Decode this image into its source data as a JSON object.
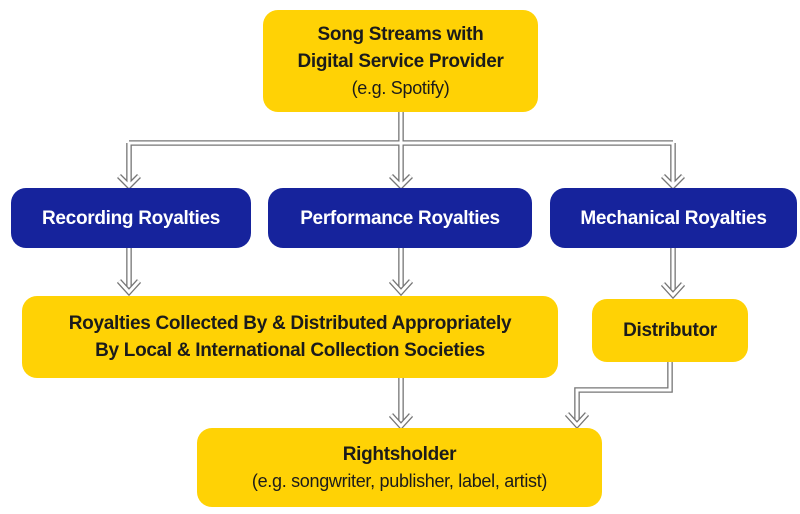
{
  "colors": {
    "box_yellow": "#ffd205",
    "box_blue": "#16239c",
    "text_dark": "#1b1b1b",
    "text_light": "#ffffff",
    "arrow_core": "#ffffff",
    "arrow_outline": "#767676",
    "background": "#ffffff"
  },
  "nodes": {
    "dsp": {
      "line1": "Song Streams with",
      "line2": "Digital Service Provider",
      "subtitle": "(e.g. Spotify)"
    },
    "recording": {
      "label": "Recording Royalties"
    },
    "performance": {
      "label": "Performance Royalties"
    },
    "mechanical": {
      "label": "Mechanical Royalties"
    },
    "societies": {
      "line1": "Royalties Collected By & Distributed Appropriately",
      "line2": "By Local & International Collection Societies"
    },
    "distributor": {
      "label": "Distributor"
    },
    "rightsholder": {
      "title": "Rightsholder",
      "subtitle": "(e.g. songwriter, publisher, label, artist)"
    }
  }
}
